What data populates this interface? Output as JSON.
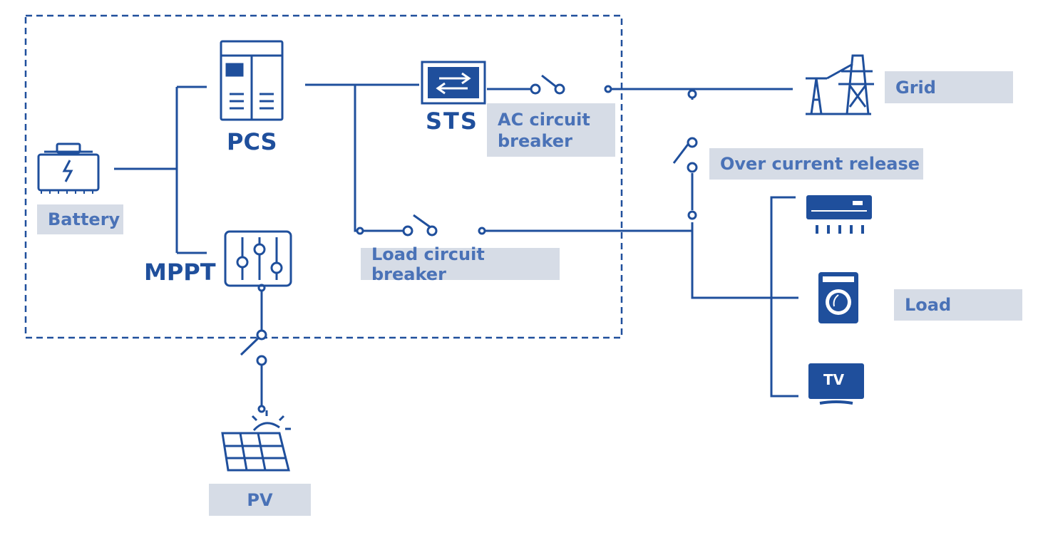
{
  "labels": {
    "battery": "Battery",
    "pcs": "PCS",
    "mppt": "MPPT",
    "sts": "STS",
    "ac_breaker_line1": "AC circuit",
    "ac_breaker_line2": "breaker",
    "load_breaker": "Load circuit breaker",
    "over_current": "Over current release",
    "grid": "Grid",
    "load": "Load",
    "pv": "PV",
    "tv": "TV"
  },
  "icons": [
    "battery-icon",
    "pcs-cabinet-icon",
    "mppt-controller-icon",
    "sts-switch-icon",
    "transmission-tower-icon",
    "air-conditioner-icon",
    "washing-machine-icon",
    "tv-icon",
    "solar-panel-icon"
  ],
  "colors": {
    "line": "#1f4f9c",
    "label_bg": "#d6dce6",
    "label_text": "#4a72b7"
  }
}
